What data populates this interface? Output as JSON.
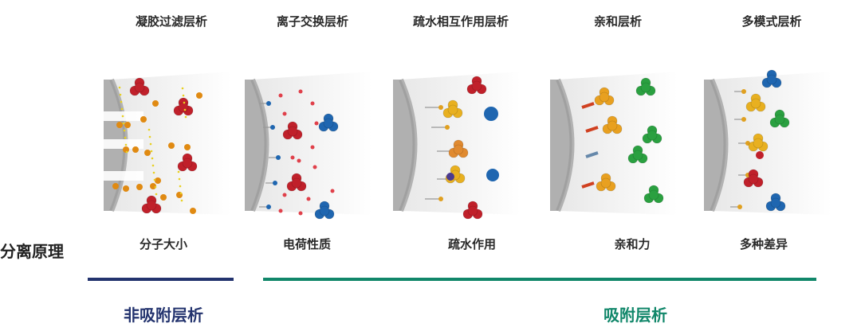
{
  "columns": [
    {
      "title": "凝胶过滤层析",
      "principle": "分子大小"
    },
    {
      "title": "离子交换层析",
      "principle": "电荷性质"
    },
    {
      "title": "疏水相互作用层析",
      "principle": "疏水作用"
    },
    {
      "title": "亲和层析",
      "principle": "亲和力"
    },
    {
      "title": "多模式层析",
      "principle": "多种差异"
    }
  ],
  "row_label": "分离原理",
  "groups": {
    "non_adsorption": {
      "label": "非吸附层析",
      "color": "#23336e"
    },
    "adsorption": {
      "label": "吸附层析",
      "color": "#11876a"
    }
  }
}
